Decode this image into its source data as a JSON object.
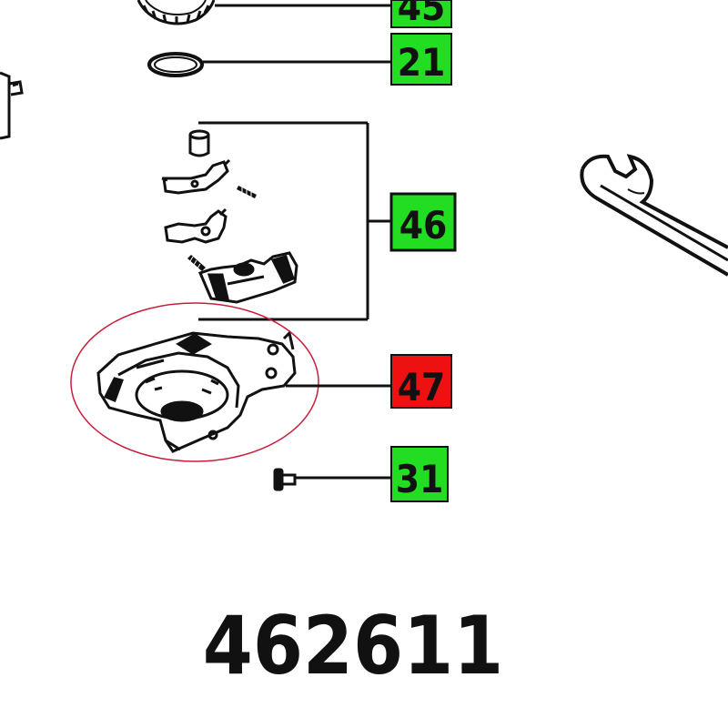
{
  "callouts": {
    "c45": {
      "label": "45",
      "color": "#22dd22"
    },
    "c21": {
      "label": "21",
      "color": "#22dd22"
    },
    "c46": {
      "label": "46",
      "color": "#22dd22"
    },
    "c47": {
      "label": "47",
      "color": "#ee1111"
    },
    "c31": {
      "label": "31",
      "color": "#22dd22"
    }
  },
  "highlight_ring_color": "#c81e3c",
  "part_number": "462611"
}
